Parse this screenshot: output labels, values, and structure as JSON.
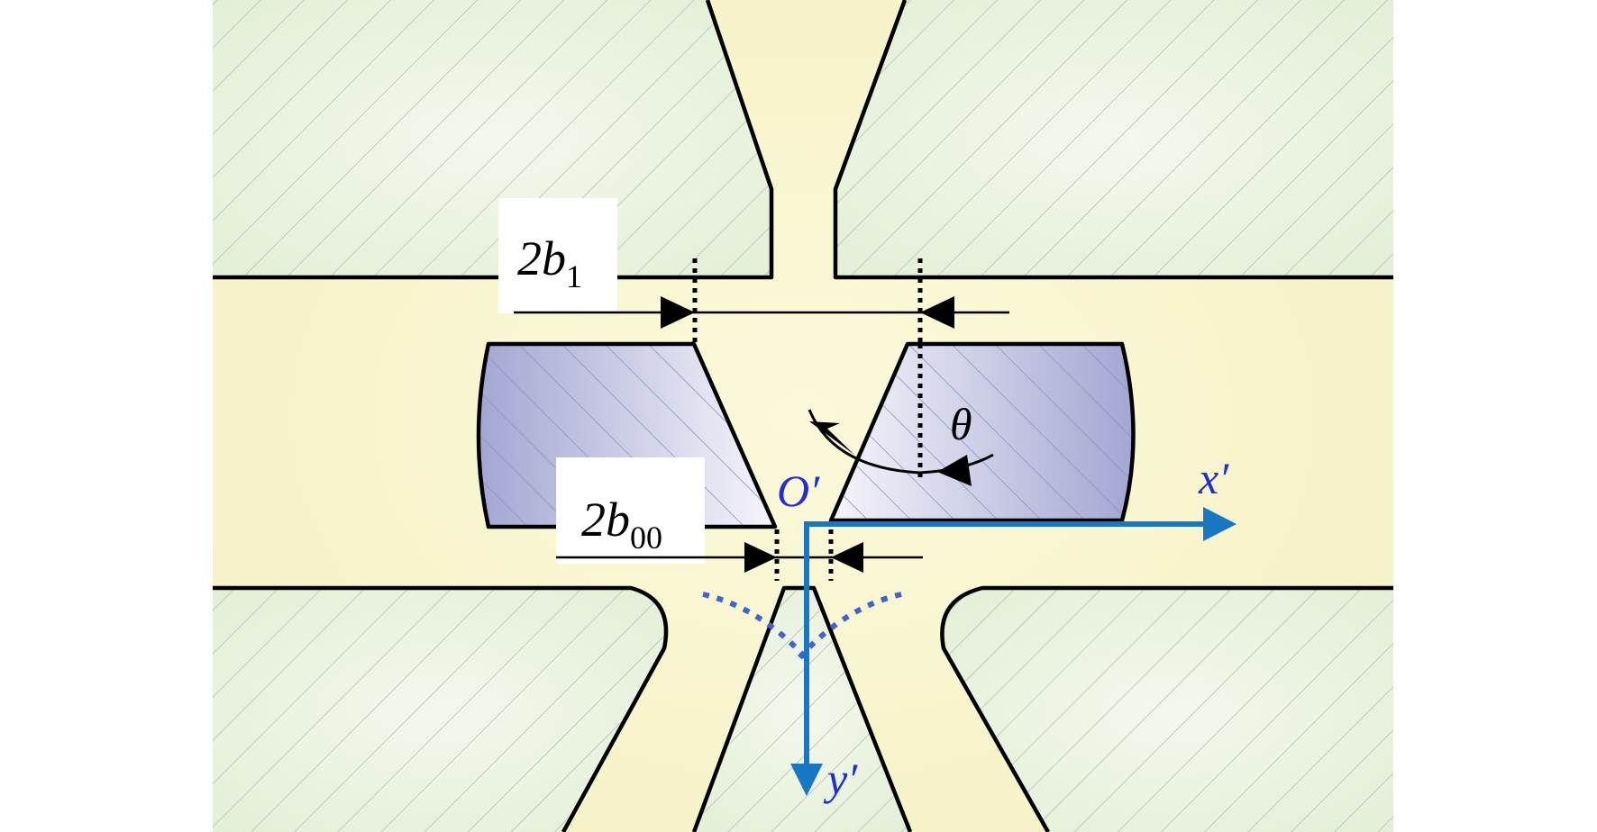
{
  "labels": {
    "width_top": {
      "main": "2b",
      "sub": "1"
    },
    "width_throat": {
      "main": "2b",
      "sub": "00"
    },
    "angle": "θ",
    "origin": "O′",
    "x_axis": "x′",
    "y_axis": "y′"
  },
  "colors": {
    "background_wall": "#eaf3df",
    "channel_fluid": "#faf7cf",
    "insert_block": "#a9abd6",
    "insert_highlight": "#f4f3fb",
    "outline": "#000000",
    "hatch": "#b6bcb0",
    "axis_blue": "#1877c2",
    "label_blue": "#1f2fd0",
    "dotted_blue": "#3f63d3"
  }
}
